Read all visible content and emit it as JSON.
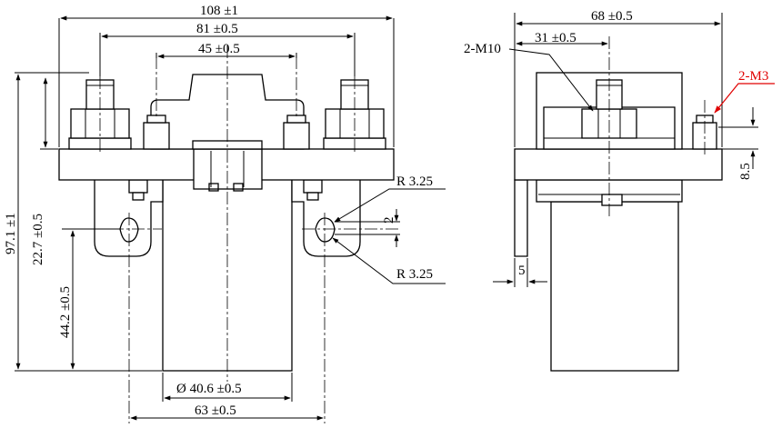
{
  "front_view": {
    "dim_width_overall": "108 ±1",
    "dim_terminal_spacing": "81 ±0.5",
    "dim_m3_spacing": "45 ±0.5",
    "dim_height_overall": "97.1 ±1",
    "dim_plate_to_hole": "22.7 ±0.5",
    "dim_hole_to_bottom": "44.2 ±0.5",
    "dim_body_diameter": "Ø 40.6 ±0.5",
    "dim_hole_spacing": "63 ±0.5",
    "dim_slot_radius_upper": "R 3.25",
    "dim_slot_radius_lower": "R 3.25",
    "dim_slot_length": "2"
  },
  "side_view": {
    "dim_depth_overall": "68 ±0.5",
    "dim_terminal_offset": "31 ±0.5",
    "label_main_thread": "2-M10",
    "label_aux_thread": "2-M3",
    "dim_aux_terminal_height": "8.5",
    "dim_bracket_thickness": "5"
  },
  "colors": {
    "line": "#000000",
    "highlight": "#e00000"
  }
}
